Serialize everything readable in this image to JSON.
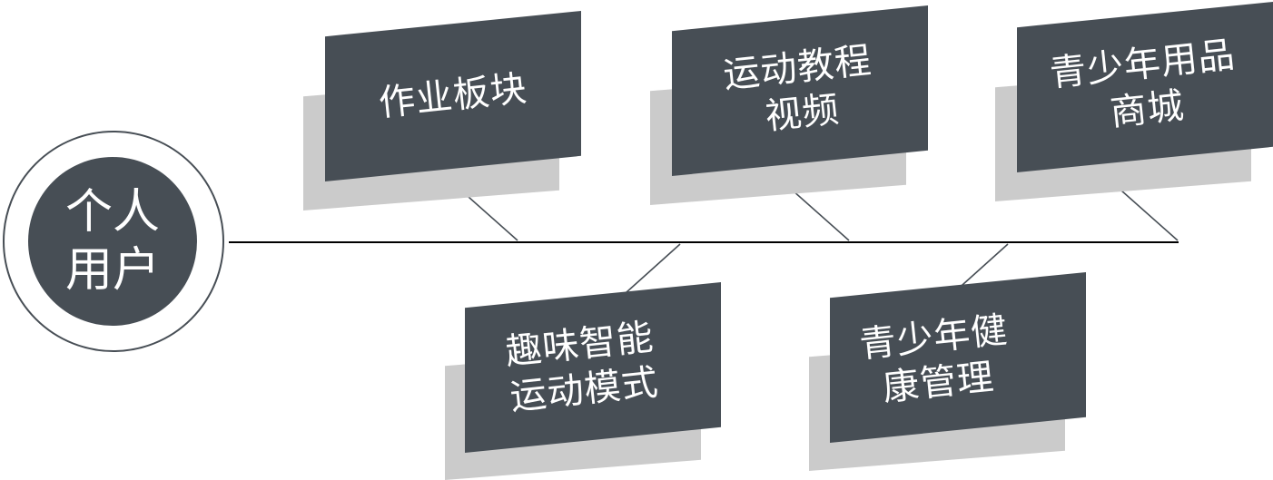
{
  "diagram": {
    "hub": {
      "label": "个人\n用户"
    },
    "branches_top": [
      {
        "label": "作业板块"
      },
      {
        "label": "运动教程\n视频"
      },
      {
        "label": "青少年用品\n商城"
      }
    ],
    "branches_bottom": [
      {
        "label": "趣味智能\n运动模式"
      },
      {
        "label": "青少年健\n康管理"
      }
    ],
    "colors": {
      "card": "#474e55",
      "shadow": "#cbcbcb",
      "line": "#000000",
      "connector": "#474e55",
      "text": "#ffffff"
    }
  }
}
